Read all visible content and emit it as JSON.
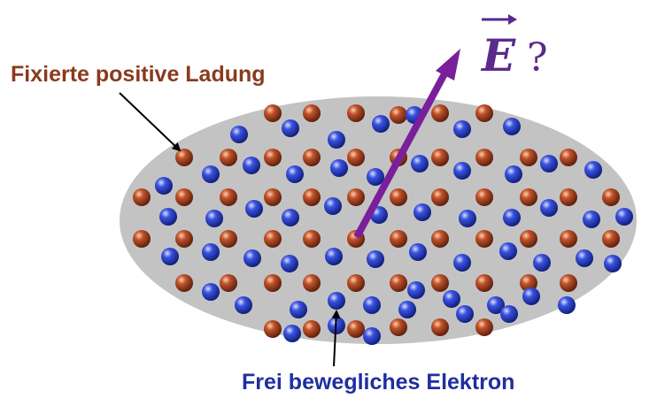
{
  "labels": {
    "fixed_charge": "Fixierte positive Ladung",
    "free_electron": "Frei bewegliches Elektron",
    "field_symbol": "E",
    "field_question": "?"
  },
  "colors": {
    "background": "#ffffff",
    "plate_fill": "#c3c3c3",
    "positive_charge": "#9b3a1c",
    "electron": "#2a3ec8",
    "field_arrow": "#7a1f9c",
    "fixed_label": "#8a3a1e",
    "electron_label": "#1f2f9e",
    "field_label": "#5a2a8c",
    "pointer_arrow": "#000000"
  },
  "legend_icons": {
    "positive_charge": "sphere-brown-icon",
    "electron": "sphere-blue-icon"
  }
}
